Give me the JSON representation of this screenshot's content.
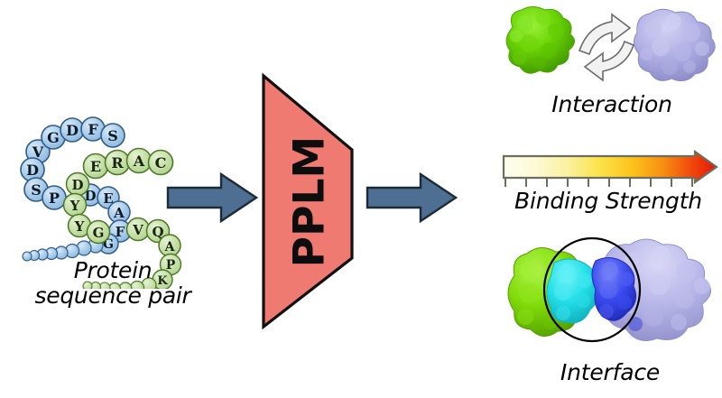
{
  "figure": {
    "title": "PPLM protein-protein language model schematic",
    "background_color": "#ffffff"
  },
  "input": {
    "caption_line1": "Protein",
    "caption_line2": "sequence pair",
    "chain_blue": {
      "color": "#A8CBE8",
      "outline": "#2F5C8A",
      "residues": [
        "V",
        "G",
        "D",
        "F",
        "S",
        "V",
        "D",
        "S",
        "P",
        "D",
        "E",
        "A",
        "F",
        "G"
      ]
    },
    "chain_green": {
      "color": "#C6DFA8",
      "outline": "#4C7A24",
      "residues": [
        "E",
        "R",
        "A",
        "C",
        "Y",
        "Y",
        "G",
        "V",
        "Q",
        "A",
        "P",
        "K"
      ]
    }
  },
  "model": {
    "label": "PPLM",
    "fill_color": "#EE7A72",
    "outline_color": "#111111",
    "text_color": "#0d0d0d"
  },
  "arrows": {
    "fill_color": "#4E6F91",
    "outline_color": "#1B2B3A",
    "count": 2,
    "direction": "right"
  },
  "outputs": [
    {
      "id": "interaction",
      "caption": "Interaction",
      "protein_a_color": "#5CC400",
      "protein_b_color": "#AFAEE3",
      "arrow_style": "double-curved-outline"
    },
    {
      "id": "binding-strength",
      "caption": "Binding Strength",
      "bar_type": "gradient-arrow",
      "gradient_stops": [
        "#FEFEF0",
        "#FBF6C4",
        "#FBEB7A",
        "#FCD82E",
        "#FBA615",
        "#F4620E",
        "#E8170B"
      ],
      "tick_count": 10,
      "outline_color": "#6E6E5E"
    },
    {
      "id": "interface",
      "caption": "Interface",
      "protein_a_color": "#7FD300",
      "protein_b_color": "#B5B4E6",
      "interface_a_color": "#22E0E8",
      "interface_b_color": "#3B4BEE",
      "highlight_circle_color": "#000000"
    }
  ]
}
